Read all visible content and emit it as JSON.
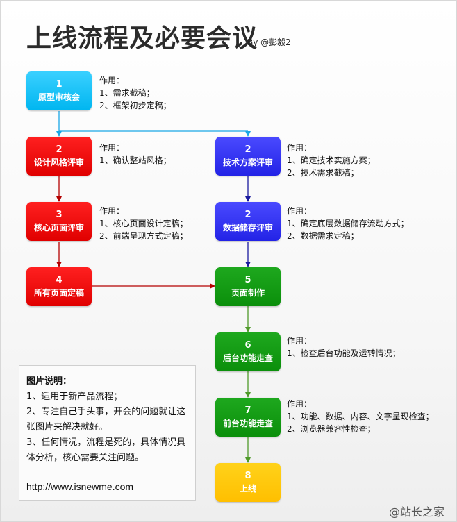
{
  "title": "上线流程及必要会议",
  "byline": "By @彭毅2",
  "nodes": [
    {
      "num": "1",
      "label": "原型审核会",
      "color": "#00b6f0"
    },
    {
      "num": "2",
      "label": "设计风格评审",
      "color": "#e00000"
    },
    {
      "num": "3",
      "label": "核心页面评审",
      "color": "#e00000"
    },
    {
      "num": "4",
      "label": "所有页面定稿",
      "color": "#e00000"
    },
    {
      "num": "2",
      "label": "技术方案评审",
      "color": "#2323e6"
    },
    {
      "num": "2",
      "label": "数据储存评审",
      "color": "#2323e6"
    },
    {
      "num": "5",
      "label": "页面制作",
      "color": "#0b8f0b"
    },
    {
      "num": "6",
      "label": "后台功能走查",
      "color": "#0b8f0b"
    },
    {
      "num": "7",
      "label": "前台功能走查",
      "color": "#0b8f0b"
    },
    {
      "num": "8",
      "label": "上线",
      "color": "#ffbf00"
    }
  ],
  "notes": [
    [
      "作用：",
      "1、需求截稿；",
      "2、框架初步定稿；"
    ],
    [
      "作用：",
      "1、确认整站风格；"
    ],
    [
      "作用：",
      "1、核心页面设计定稿；",
      "2、前端呈现方式定稿；"
    ],
    [
      "作用：",
      "1、确定技术实施方案；",
      "2、技术需求截稿；"
    ],
    [
      "作用：",
      "1、确定底层数据储存流动方式；",
      "2、数据需求定稿；"
    ],
    [
      "作用：",
      "1、检查后台功能及运转情况；"
    ],
    [
      "作用：",
      "1、功能、数据、内容、文字呈现检查；",
      "2、浏览器兼容性检查；"
    ]
  ],
  "info": {
    "title": "图片说明：",
    "lines": [
      "1、适用于新产品流程；",
      "2、专注自己手头事，开会的问题就让这张图片来解决就好。",
      "3、任何情况，流程是死的，具体情况具体分析，核心需要关注问题。"
    ],
    "url": "http://www.isnewme.com"
  },
  "watermark": "@站长之家"
}
